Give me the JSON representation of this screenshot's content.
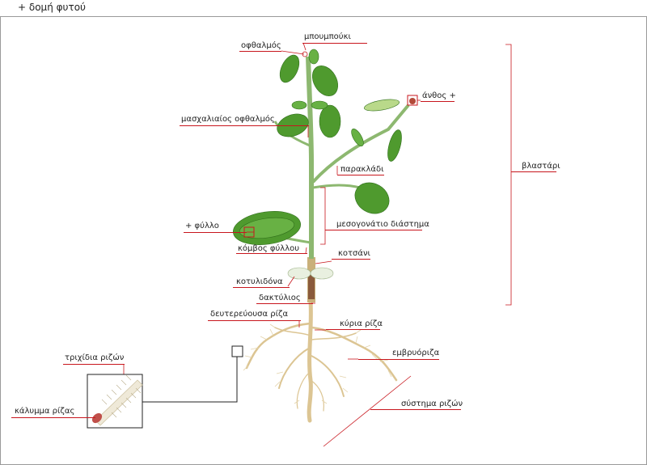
{
  "title": "+ δομή φυτού",
  "labels": {
    "ofthalmos": "οφθαλμός",
    "mpoumpouki": "μπουμπούκι",
    "anthos": "άνθος +",
    "masxaliaios": "μασχαλιαίος οφθαλμός",
    "paraklad": "παρακλάδι",
    "vlastari": "βλαστάρι",
    "mesogonatio": "μεσογονάτιο διάστημα",
    "fyllo": "+ φύλλο",
    "kombos": "κόμβος φύλλου",
    "kotsani": "κοτσάνι",
    "kotylidona": "κοτυλιδόνα",
    "daktylios": "δακτύλιος",
    "deutereuousa": "δευτερεύουσα ρίζα",
    "kyria": "κύρια ρίζα",
    "embryoriza": "εμβρυόριζα",
    "trixidia": "τριχίδια ριζών",
    "systima": "σύστημα ριζών",
    "kalymma": "κάλυμμα ρίζας"
  },
  "colors": {
    "accent": "#c8161d",
    "leaf": "#4f9a2e",
    "leaf_light": "#b9d98a",
    "stem": "#8db870",
    "root": "#d9c08a"
  }
}
